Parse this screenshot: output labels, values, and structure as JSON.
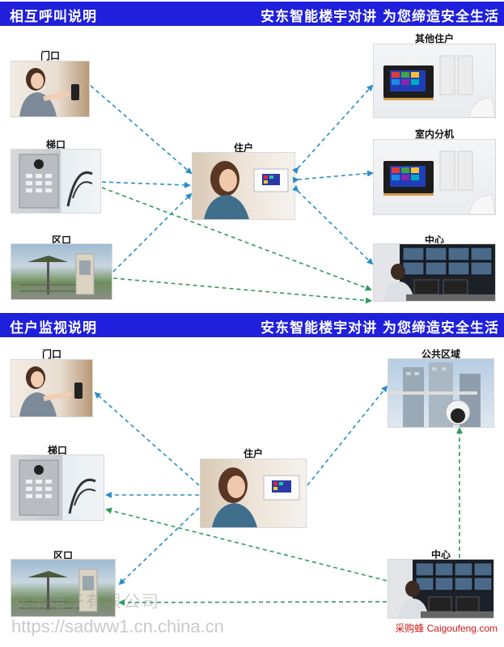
{
  "section1": {
    "title": "相互呼叫说明",
    "slogan": "安东智能楼宇对讲 为您缔造安全生活",
    "nodes": {
      "door": "门口",
      "stair": "梯口",
      "area": "区口",
      "resident": "住户",
      "other_resident": "其他住户",
      "indoor_unit": "室内分机",
      "center": "中心"
    }
  },
  "section2": {
    "title": "住户监视说明",
    "slogan": "安东智能楼宇对讲 为您缔造安全生活",
    "nodes": {
      "door": "门口",
      "stair": "梯口",
      "area": "区口",
      "resident": "住户",
      "public_area": "公共区域",
      "center": "中心"
    }
  },
  "watermarks": {
    "company": "安东电子有限公司",
    "url": "https://sadww1.cn.china.cn",
    "brand": "采购蜂 Caigoufeng.com"
  },
  "colors": {
    "banner": "#1f1fdc",
    "arrow_blue": "#2a8ec8",
    "arrow_green": "#2f9a5e"
  }
}
